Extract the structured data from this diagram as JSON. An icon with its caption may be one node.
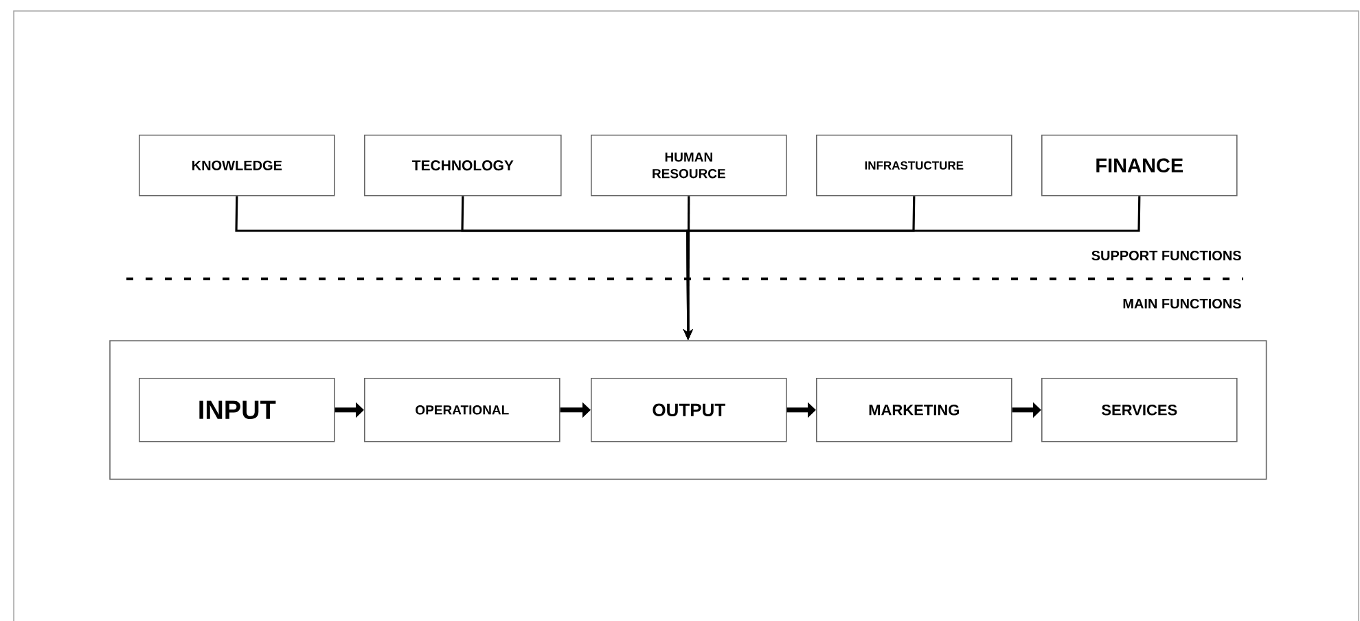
{
  "diagram": {
    "nodes": [
      {
        "text": [
          "KNOWLEDGE"
        ]
      },
      {
        "text": [
          "TECHNOLOGY"
        ]
      },
      {
        "text": [
          "HUMAN RESOURCE"
        ]
      },
      {
        "text": [
          "INFRASTUCTURE"
        ]
      },
      {
        "text": [
          "FINANCE"
        ]
      },
      {
        "text": [],
        "shape": "box"
      },
      {
        "text": [
          "INPUT"
        ],
        "in": 5
      },
      {
        "text": [
          "OPERATIONAL"
        ],
        "in": 5
      },
      {
        "text": [
          "OUTPUT"
        ],
        "in": 5
      },
      {
        "text": [
          "MARKETING"
        ],
        "in": 5
      },
      {
        "text": [
          "SERVICES"
        ],
        "in": 5
      }
    ],
    "edges": [
      {
        "from": 0,
        "to": 5,
        "arrow": "to"
      },
      {
        "from": 1,
        "to": 5,
        "arrow": "to"
      },
      {
        "from": 2,
        "to": 5,
        "arrow": "to"
      },
      {
        "from": 3,
        "to": 5,
        "arrow": "to"
      },
      {
        "from": 4,
        "to": 5,
        "arrow": "to"
      },
      {
        "from": 6,
        "to": 7,
        "arrow": "to",
        "style": "thick"
      },
      {
        "from": 7,
        "to": 8,
        "arrow": "to",
        "style": "thick"
      },
      {
        "from": 8,
        "to": 9,
        "arrow": "to",
        "style": "thick"
      },
      {
        "from": 9,
        "to": 10,
        "arrow": "to",
        "style": "thick"
      }
    ],
    "labels": [
      "SUPPORT FUNCTIONS",
      "MAIN FUNCTIONS"
    ]
  }
}
